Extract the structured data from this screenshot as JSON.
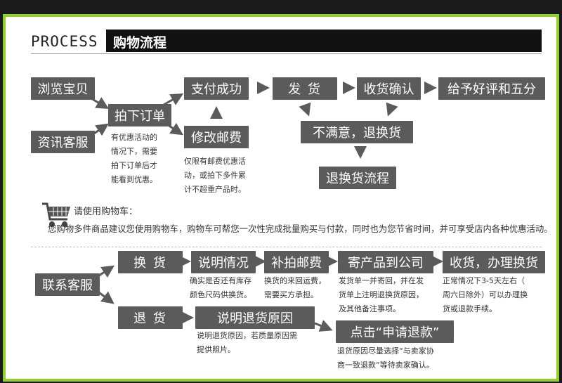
{
  "header": {
    "label_en": "PROCESS",
    "label_cn": "购物流程"
  },
  "steps": {
    "browse": "浏览宝贝",
    "consult": "资讯客服",
    "order": "拍下订单",
    "pay": "支付成功",
    "modify_postage": "修改邮费",
    "ship": "发 货",
    "receive": "收货确认",
    "review": "给予好评和五分",
    "unsatisfied": "不满意，退换货",
    "return_flow": "退换货流程"
  },
  "notes": {
    "order_note": [
      "有优惠活动的",
      "情况下，需要",
      "拍下订单后才",
      "能看到优惠。"
    ],
    "postage_note": [
      "仅限有邮费优惠活",
      "动，或拍下多件累",
      "计不超重产品时。"
    ]
  },
  "cart_tip": {
    "title": "请使用购物车：",
    "text": "您购物多件商品建议您使用购物车，购物车可帮您一次性完成批量购买与付款，同时也为您节省时间，并可享受店内各种优惠活动。"
  },
  "service": {
    "contact": "联系客服",
    "exchange": "换 货",
    "explain": "说明情况",
    "reshoot_postage": "补拍邮费",
    "send_back": "寄产品到公司",
    "receive_exchange": "收货，办理换货",
    "refund": "退 货",
    "explain_reason": "说明退货原因",
    "apply_refund": "点击“申请退款”"
  },
  "service_notes": {
    "explain_note": [
      "确实是否还有库存",
      "颜色尺码供换货。"
    ],
    "postage_note": [
      "换货的来回运费，",
      "需要买方承担。"
    ],
    "send_note": [
      "发货单一并寄回，并在发",
      "货单上注明退换货原因，",
      "及其他备注事项。"
    ],
    "receive_note": [
      "正常情况下3-5天左右（",
      "周六日除外）可以办理换",
      "货或退款手续。"
    ],
    "reason_note": [
      "说明退货原因，若质量原因需",
      "提供照片。"
    ],
    "apply_note": [
      "退货原因尽量选择“与卖家协",
      "商一致退款“等待卖家确认。"
    ]
  },
  "colors": {
    "border": "#8fd12a",
    "box": "#5b5b5b",
    "header_bar": "#111111"
  }
}
